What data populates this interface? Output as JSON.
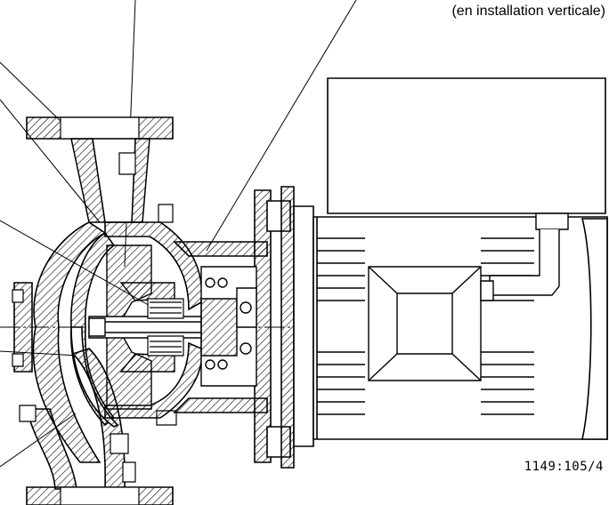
{
  "caption": "(en installation verticale)",
  "drawing_ref": "1149:105/4",
  "colors": {
    "ink": "#000000",
    "paper": "#ffffff"
  },
  "components": [
    "inlet-flange",
    "outlet-flange",
    "pump-casing",
    "impeller",
    "shaft",
    "mechanical-seal",
    "lantern-bracket",
    "coupling",
    "motor-flange",
    "motor",
    "terminal-box",
    "motor-fan-cover"
  ]
}
